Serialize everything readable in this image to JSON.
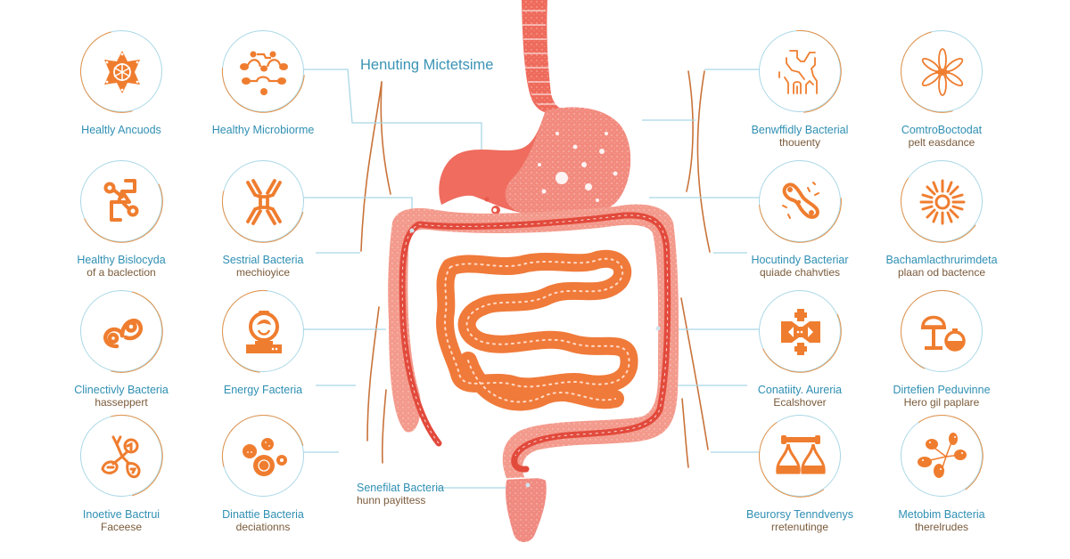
{
  "diagram": {
    "title": "Henuting Mictetsime",
    "center_label": {
      "title": "Senefilat Bacteria",
      "sub": "hunn payittess"
    },
    "colors": {
      "label_blue": "#2f8fb3",
      "sub_brown": "#7a5a3a",
      "icon_orange": "#ef7d2f",
      "organ_red": "#e8574a",
      "organ_pink": "#f08a80",
      "small_intestine": "#f07a3a",
      "connector": "#a9d7e6",
      "body_outline": "#c8733a"
    },
    "left_column_outer": [
      {
        "title": "Healtly Ancuods",
        "sub": "",
        "icon": "star-cell-icon"
      },
      {
        "title": "Healthy Bislocyda",
        "sub": "of a baclection",
        "icon": "chain-molecule-icon"
      },
      {
        "title": "Clinectivly Bacteria",
        "sub": "hasseppert",
        "icon": "linked-rings-icon"
      },
      {
        "title": "Inoetive Bactrui",
        "sub": "Faceese",
        "icon": "branching-cells-icon"
      }
    ],
    "left_column_inner": [
      {
        "title": "Healthy Microbiorme",
        "sub": "",
        "icon": "microbe-chain-icon"
      },
      {
        "title": "Sestrial Bacteria",
        "sub": "mechioyice",
        "icon": "x-molecule-icon"
      },
      {
        "title": "Energy Facteria",
        "sub": "",
        "icon": "lab-device-icon"
      },
      {
        "title": "Dinattie Bacteria",
        "sub": "deciationns",
        "icon": "cell-cluster-icon"
      }
    ],
    "right_column_inner": [
      {
        "title": "Benwffidly Bacterial",
        "sub": "thouenty",
        "icon": "circuit-lines-icon"
      },
      {
        "title": "Hocutindy Bacteriar",
        "sub": "quiade chahvties",
        "icon": "rod-bacterium-icon"
      },
      {
        "title": "Conatiity. Aureria",
        "sub": "Ecalshover",
        "icon": "cross-network-icon"
      },
      {
        "title": "Beurorsy Tenndvenys",
        "sub": "rretenutinge",
        "icon": "balance-scale-icon"
      }
    ],
    "right_column_outer": [
      {
        "title": "ComtroBoctodat",
        "sub": "pelt easdance",
        "icon": "flower-icon"
      },
      {
        "title": "Bachamlacthrurimdeta",
        "sub": "plaan od bactence",
        "icon": "sunburst-icon"
      },
      {
        "title": "Dirtefien Peduvinne",
        "sub": "Hero gil paplare",
        "icon": "flask-lamp-icon"
      },
      {
        "title": "Metobim Bacteria",
        "sub": "therelrudes",
        "icon": "spore-cluster-icon"
      }
    ]
  }
}
